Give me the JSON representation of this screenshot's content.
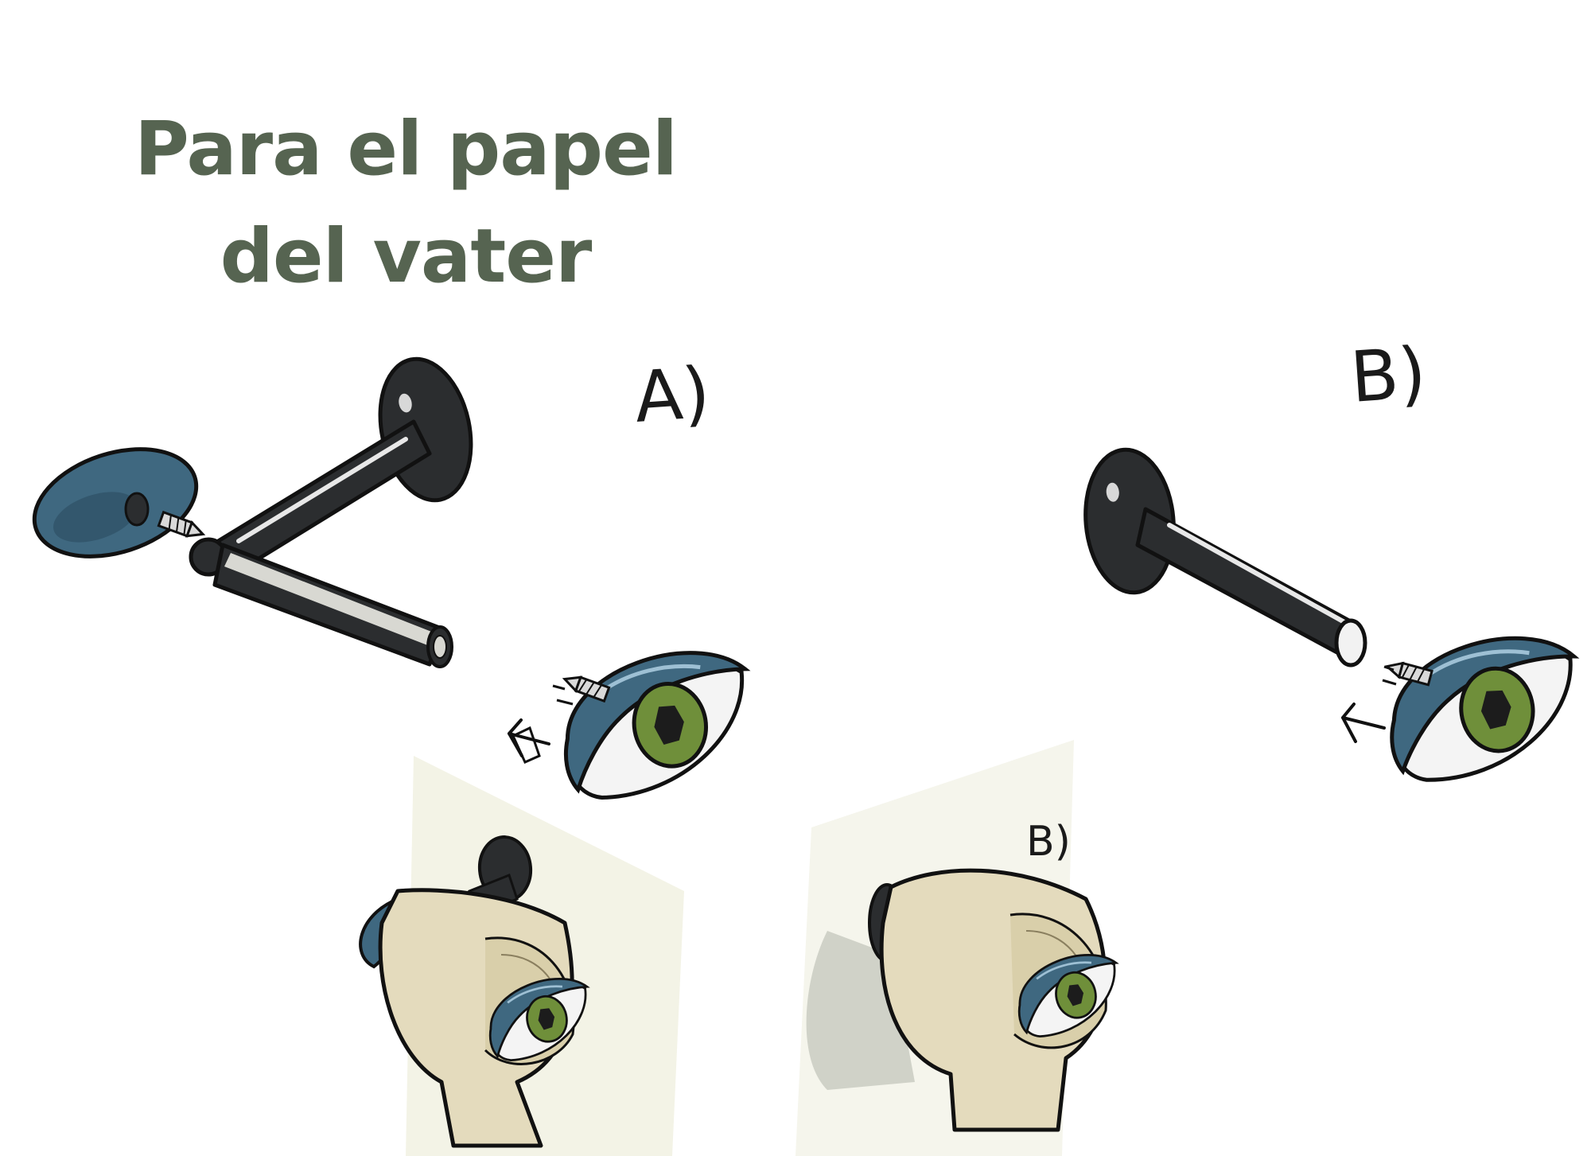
{
  "title": "Para el papel del vater",
  "labels": {
    "option_a": "A)",
    "option_b": "B)",
    "roll_b": "B)"
  },
  "colors": {
    "title": "#566451",
    "metal": "#2b2d2f",
    "eye_lid": "#3f6880",
    "iris": "#6f8f3a",
    "paper": "#e4dbbd",
    "wall_shade": "#f3f3e6"
  },
  "icons": [
    "eye-icon",
    "screw-icon",
    "arrow-icon"
  ]
}
